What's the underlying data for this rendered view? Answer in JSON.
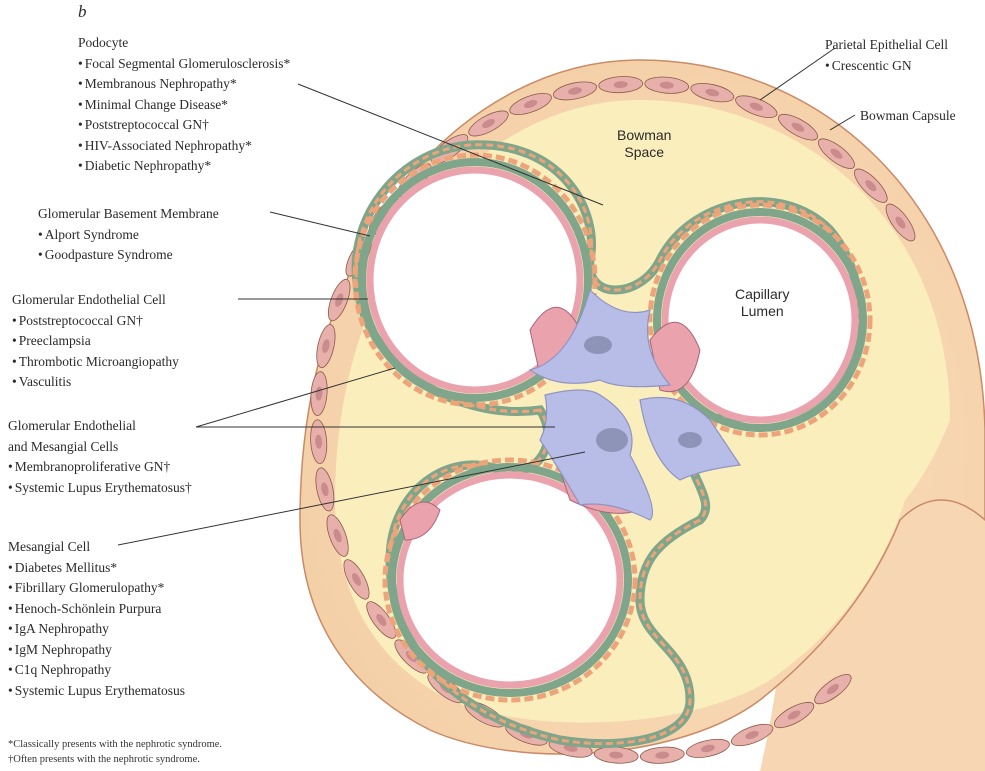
{
  "panel_letter": "b",
  "colors": {
    "capsule_outer": "#f5d2aa",
    "bowman_space": "#fbeeba",
    "parietal_cell": "#e8b0aa",
    "gbm": "#7fa68a",
    "podocyte": "#eea47a",
    "endothelial": "#eaa3ad",
    "mesangial": "#b7bde6",
    "outline": "#8a5a4a"
  },
  "inner_labels": {
    "bowman_space": [
      "Bowman",
      "Space"
    ],
    "capillary_lumen": [
      "Capillary",
      "Lumen"
    ]
  },
  "labels": {
    "podocyte": {
      "heading": "Podocyte",
      "items": [
        "Focal Segmental Glomerulosclerosis*",
        "Membranous Nephropathy*",
        "Minimal Change Disease*",
        "Poststreptococcal GN†",
        "HIV-Associated Nephropathy*",
        "Diabetic Nephropathy*"
      ]
    },
    "gbm": {
      "heading": "Glomerular Basement Membrane",
      "items": [
        "Alport Syndrome",
        "Goodpasture Syndrome"
      ]
    },
    "endothelial": {
      "heading": "Glomerular Endothelial Cell",
      "items": [
        "Poststreptococcal GN†",
        "Preeclampsia",
        "Thrombotic Microangiopathy",
        "Vasculitis"
      ]
    },
    "endo_mesangial": {
      "heading": [
        "Glomerular Endothelial",
        "and Mesangial Cells"
      ],
      "items": [
        "Membranoproliferative GN†",
        "Systemic Lupus Erythematosus†"
      ]
    },
    "mesangial": {
      "heading": "Mesangial Cell",
      "items": [
        "Diabetes Mellitus*",
        "Fibrillary Glomerulopathy*",
        "Henoch-Schönlein Purpura",
        "IgA Nephropathy",
        "IgM Nephropathy",
        "C1q Nephropathy",
        "Systemic Lupus Erythematosus"
      ]
    },
    "parietal": {
      "heading": "Parietal Epithelial Cell",
      "items": [
        "Crescentic GN"
      ]
    },
    "bowman_capsule": {
      "heading": "Bowman Capsule"
    }
  },
  "footnotes": [
    "*Classically presents with the nephrotic syndrome.",
    "†Often presents with the nephrotic syndrome."
  ]
}
